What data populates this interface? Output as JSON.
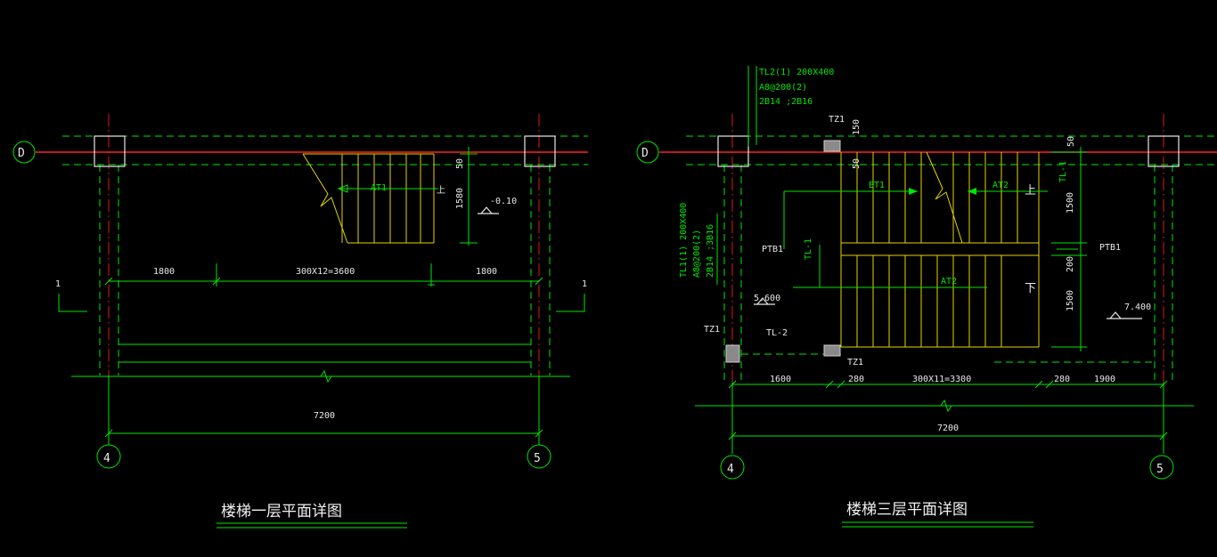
{
  "drawing1": {
    "grid_D": "D",
    "grid_4": "4",
    "grid_5": "5",
    "section_left": "1",
    "section_right": "1",
    "dim_1800_left": "1800",
    "dim_steps": "300X12=3600",
    "dim_1800_right": "1800",
    "dim_total": "7200",
    "dim_50": "50",
    "dim_1580": "1580",
    "stair_label": "AT1",
    "direction_up": "上",
    "level": "-0.10",
    "title": "楼梯一层平面详图"
  },
  "drawing3": {
    "grid_D": "D",
    "grid_4": "4",
    "grid_5": "5",
    "beam_note": [
      "TL2(1) 200X400",
      "A8@200(2)",
      "2B14 ;2B16"
    ],
    "beam_note_vertical": [
      "TL1(1) 200X400",
      "A8@200(2)",
      "2B14 ;3B16"
    ],
    "tz1_top": "TZ1",
    "tz1_left": "TZ1",
    "tz1_bottom": "TZ1",
    "dim_150": "150",
    "dim_50_a": "50",
    "dim_50_b": "50",
    "bt1": "BT1",
    "at2_top": "AT2",
    "at2_bottom": "AT2",
    "up": "上",
    "down": "下",
    "ptb1_left": "PTB1",
    "ptb1_right": "PTB1",
    "tl1_a": "TL-1",
    "tl1_b": "TL-1",
    "tl2": "TL-2",
    "dim_1500_a": "1500",
    "dim_200": "200",
    "dim_1500_b": "1500",
    "level_left": "5.600",
    "level_right": "7.400",
    "dim_1600": "1600",
    "dim_280_a": "280",
    "dim_steps": "300X11=3300",
    "dim_280_b": "280",
    "dim_1900": "1900",
    "dim_total": "7200",
    "title": "楼梯三层平面详图"
  }
}
